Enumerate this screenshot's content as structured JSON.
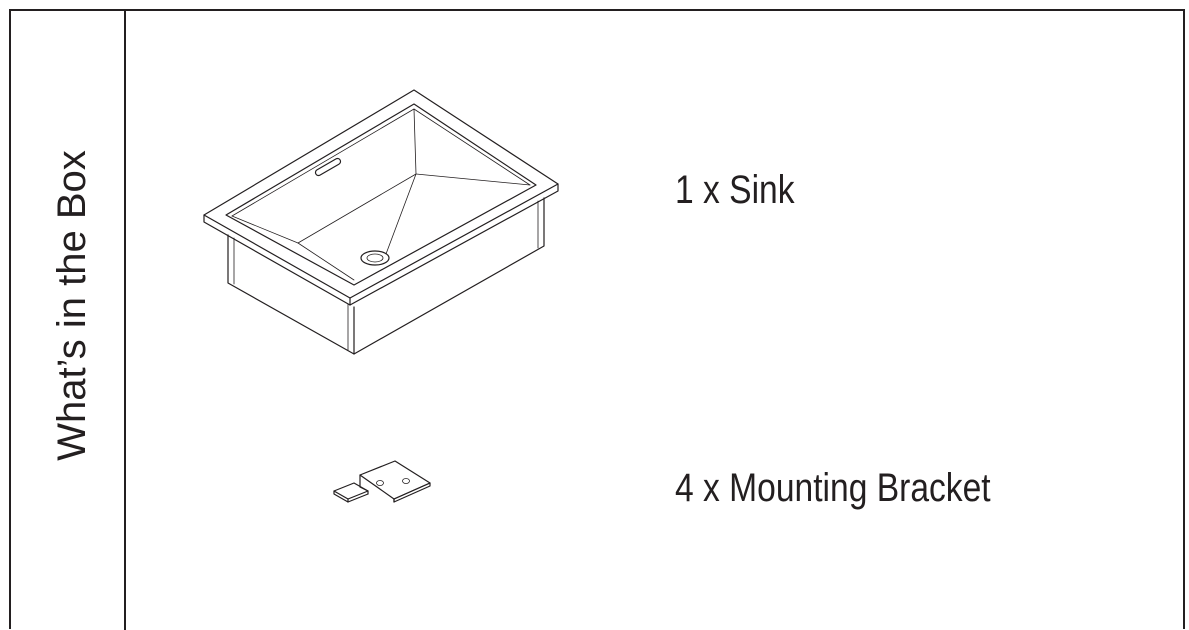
{
  "section": {
    "title": "What’s in the Box"
  },
  "items": [
    {
      "label": "1 x Sink",
      "icon": "sink-icon"
    },
    {
      "label": "4 x Mounting Bracket",
      "icon": "mounting-bracket-icon"
    }
  ]
}
